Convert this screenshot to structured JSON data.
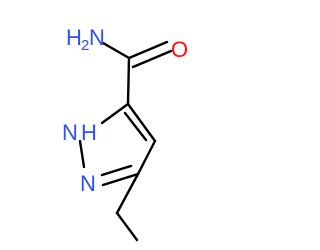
{
  "molecule": {
    "amide_n": {
      "main": "H",
      "sub": "2",
      "tail": "N",
      "color": "#3050f8"
    },
    "carbonyl_o": {
      "text": "O",
      "color": "#ff0d0d"
    },
    "ring_nh": {
      "h": "H",
      "n": "N",
      "color": "#3050f8"
    },
    "ring_n": {
      "text": "N",
      "color": "#3050f8"
    }
  }
}
